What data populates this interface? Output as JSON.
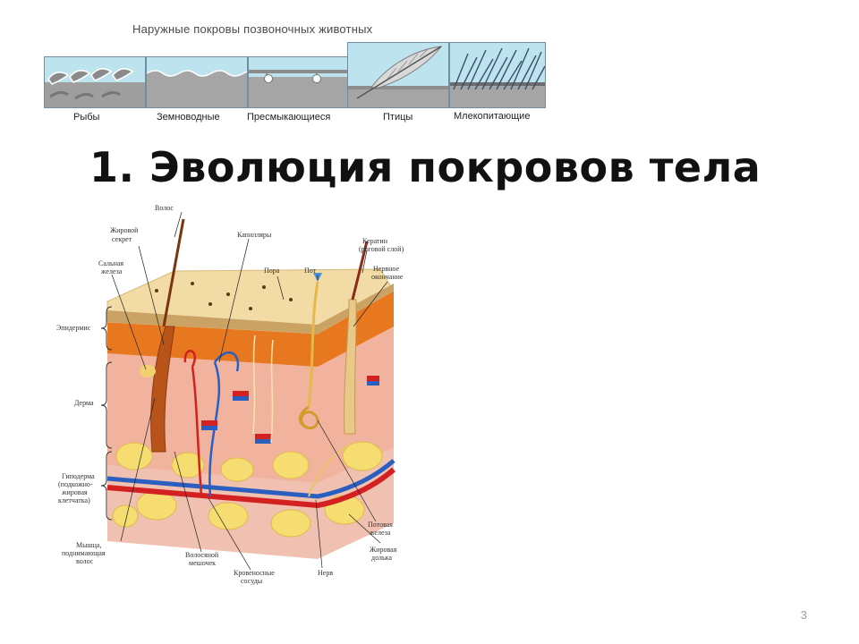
{
  "strip": {
    "title": "Наружные покровы позвоночных животных",
    "panels": [
      {
        "label": "Рыбы",
        "icon": "fish-skin-icon"
      },
      {
        "label": "Земноводные",
        "icon": "amphibian-skin-icon"
      },
      {
        "label": "Пресмыкающиеся",
        "icon": "reptile-skin-icon"
      },
      {
        "label": "Птицы",
        "icon": "feather-icon"
      },
      {
        "label": "Млекопитающие",
        "icon": "hair-skin-icon"
      }
    ]
  },
  "main_title": "1. Эволюция покровов тела",
  "skin_diagram": {
    "labels": {
      "hair": "Волос",
      "sebum": "Жировой",
      "sebum2": "секрет",
      "capillaries": "Капилляры",
      "keratin": "Кератин",
      "keratin2": "(роговой слой)",
      "sebaceous": "Сальная",
      "sebaceous2": "железа",
      "pore": "Пора",
      "sweat": "Пот",
      "nerve_end": "Нервное",
      "nerve_end2": "окончание",
      "epidermis": "Эпидермис",
      "dermis": "Дерма",
      "hypodermis": "Гиподерма",
      "hypodermis2": "(подкожно-",
      "hypodermis3": "жировая",
      "hypodermis4": "клетчатка)",
      "muscle": "Мышца,",
      "muscle2": "поднимающая",
      "muscle3": "волос",
      "follicle": "Волосяной",
      "follicle2": "мешочек",
      "vessels": "Кровеносные",
      "vessels2": "сосуды",
      "nerve": "Нерв",
      "sweat_gland": "Потовая",
      "sweat_gland2": "железа",
      "fat_lobule": "Жировая",
      "fat_lobule2": "долька"
    }
  },
  "page_number": "3",
  "colors": {
    "panel_bg": "#bde3ee",
    "skin_top": "#f2d9a2",
    "epidermis": "#e8741e",
    "dermis": "#f1b7a5",
    "fat": "#f7e07a",
    "artery": "#d32020",
    "vein": "#2a5fc0"
  }
}
